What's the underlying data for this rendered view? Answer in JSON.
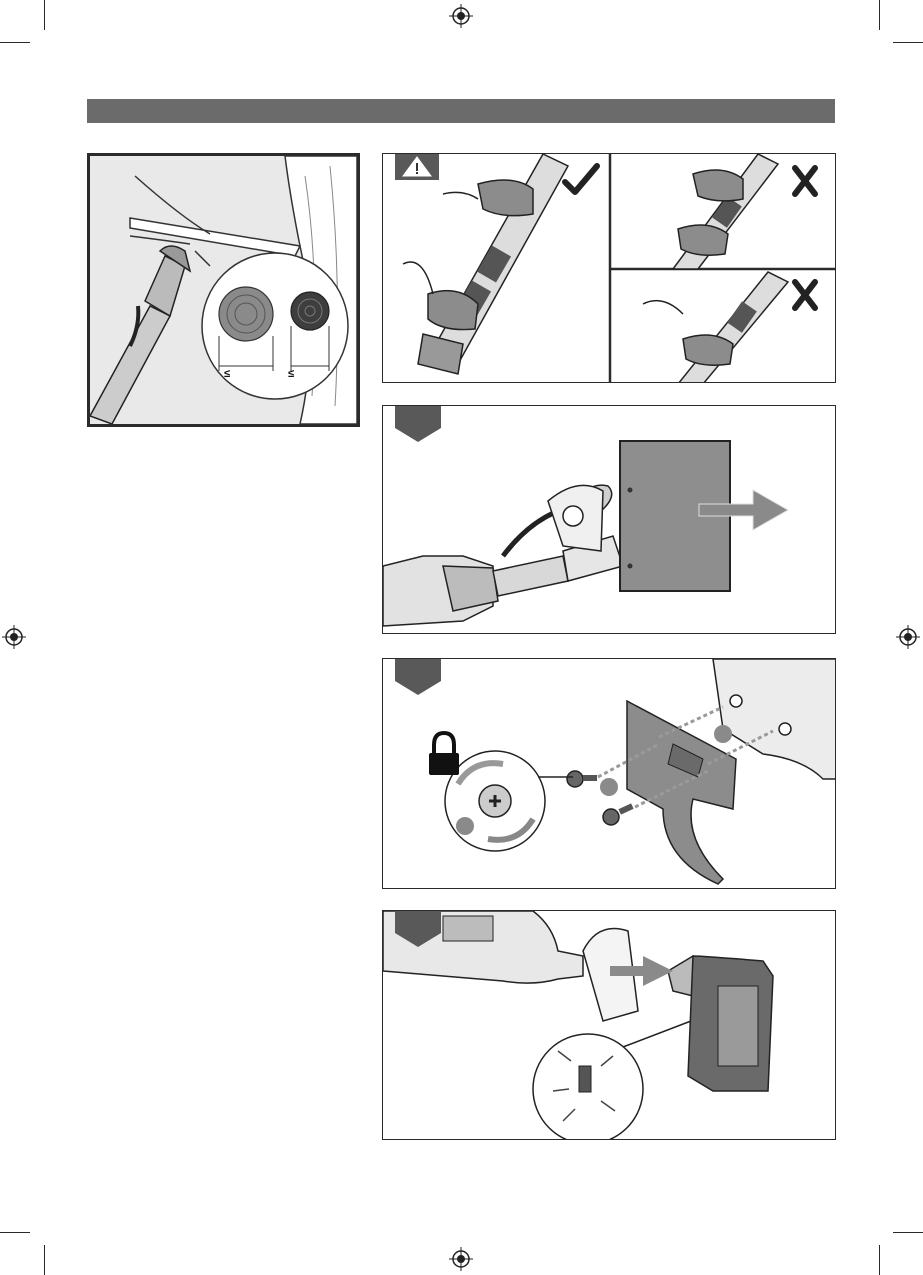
{
  "page": {
    "registration_marks": [
      "registration-mark-top",
      "registration-mark-left",
      "registration-mark-right",
      "registration-mark-bottom"
    ]
  },
  "figure_branch": {
    "diameter_symbols": [
      "≤",
      "≤"
    ]
  },
  "figure_grip": {
    "warning_icon": "warning-triangle-icon",
    "correct_icon": "checkmark-icon",
    "wrong_icon": "cross-icon"
  },
  "figure_steps": [
    {
      "icon": "step-tab-icon"
    },
    {
      "icon": "step-tab-icon"
    },
    {
      "icon": "step-tab-icon"
    }
  ],
  "colors": {
    "banner": "#6b6b6b",
    "step_tab": "#595959",
    "panel_border": "#2b2b2b",
    "arrow": "#8a8a8a"
  }
}
